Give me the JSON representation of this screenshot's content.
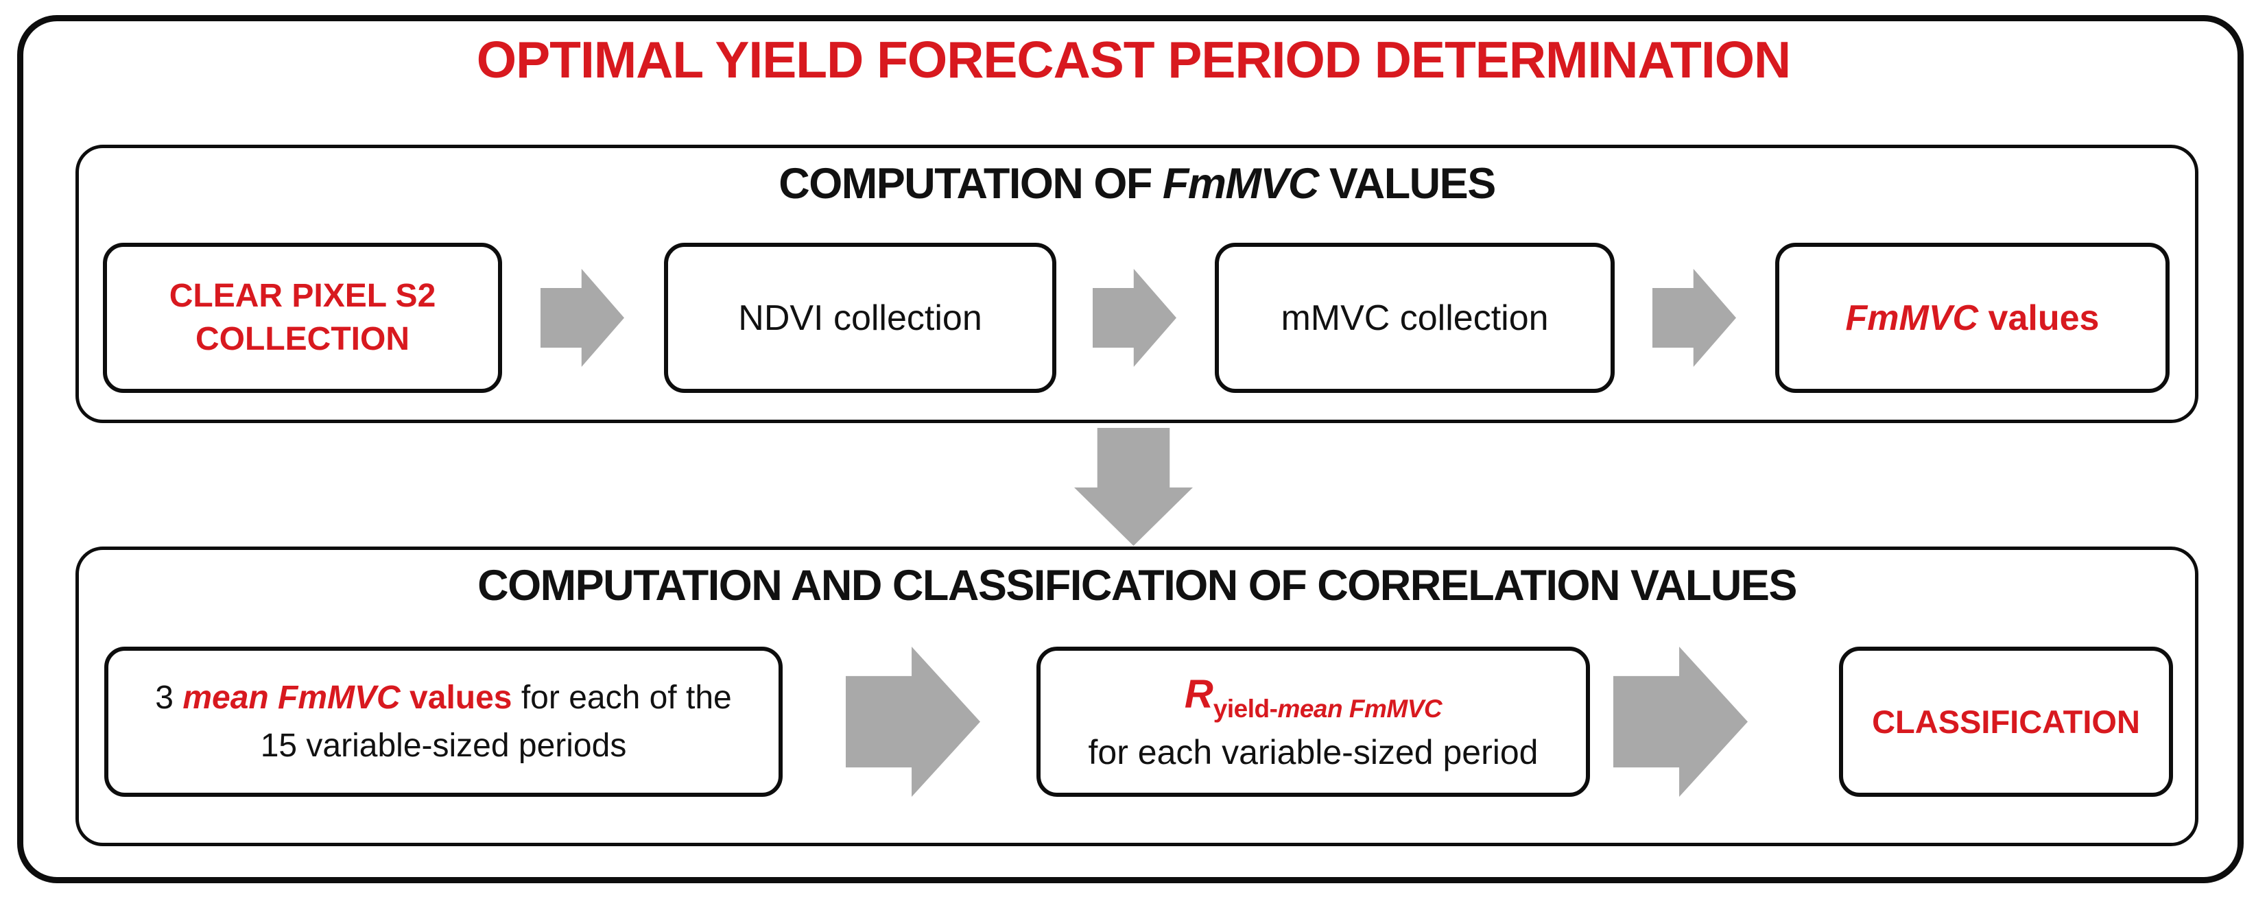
{
  "title": "OPTIMAL YIELD FORECAST PERIOD DETERMINATION",
  "colors": {
    "red": "#d8191f",
    "arrow_gray": "#a9a9a9",
    "border": "#0d0d0d",
    "background": "#ffffff"
  },
  "section1": {
    "header_pre": "COMPUTATION OF ",
    "header_italic": "FmMVC",
    "header_post": " VALUES",
    "box1_label": "CLEAR PIXEL S2 COLLECTION",
    "box2_label": "NDVI collection",
    "box3_label": "mMVC collection",
    "box4_italic": "FmMVC",
    "box4_rest": " values"
  },
  "section2": {
    "header": "COMPUTATION AND CLASSIFICATION OF CORRELATION VALUES",
    "box1": {
      "prefix": "3 ",
      "emph_italic": "mean FmMVC",
      "emph_bold": " values",
      "line1_rest": " for each of the",
      "line2": "15 variable-sized periods"
    },
    "box2": {
      "r_symbol": "R",
      "sub_upright": "yield-",
      "sub_italic": "mean FmMVC",
      "line2": "for each variable-sized period"
    },
    "box3_label": "CLASSIFICATION"
  }
}
